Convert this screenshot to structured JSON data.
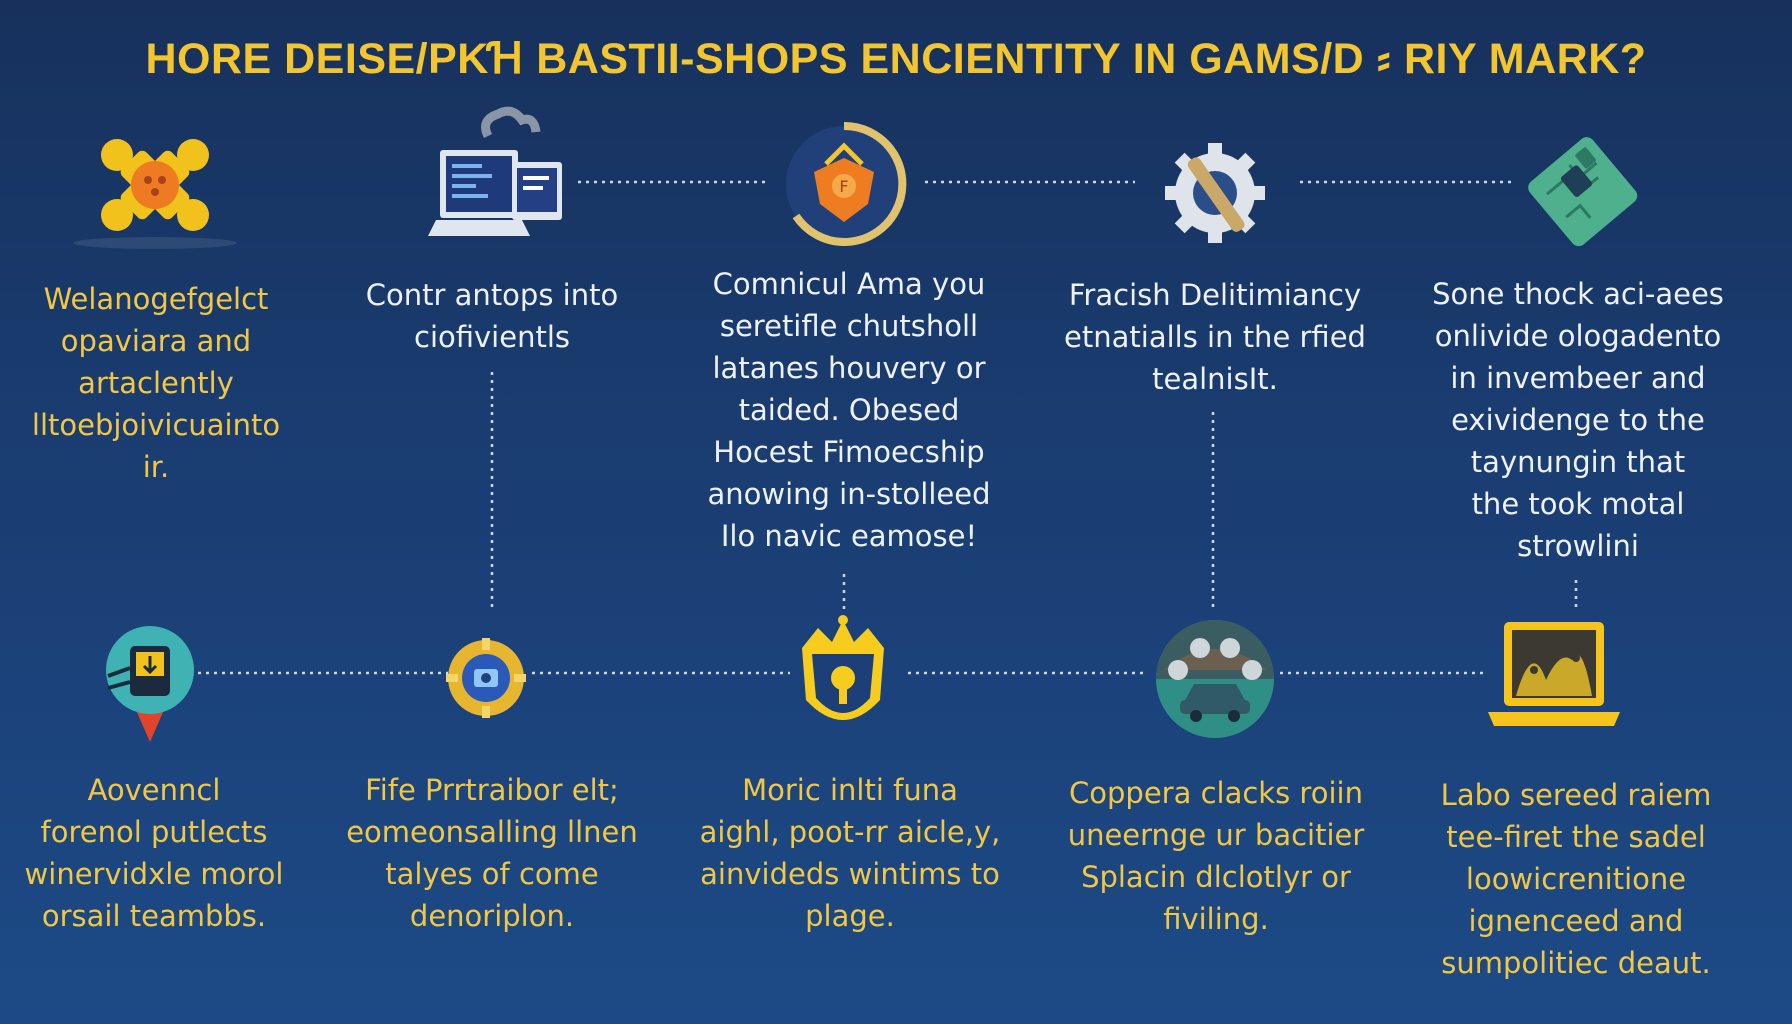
{
  "title": "HORE DEISE/PKꞪ BASTII-SHOPS ENCIENTITY IN GAMS/D ⸗ RIY MARK?",
  "colors": {
    "accent_yellow": "#f3c52e",
    "background": "#1a3d72",
    "connector": "#cfd8e6"
  },
  "top_row": [
    {
      "icon": "gamepad-cross-icon",
      "text": "Welanogefgelct\nopaviara and\nartaclently\nlltoebjoivicuainto\nir.",
      "tone": "yellow"
    },
    {
      "icon": "laptop-monitor-icon",
      "text": "Contr antops into\nciofivientls",
      "tone": "white"
    },
    {
      "icon": "shield-gauge-icon",
      "text": "Comnicul Ama you\nseretifle chutsholl\nlatanes houvery or\ntaided. Obesed\nHocest Fimoecship\nanowing in-stolleed\nIlo navic eamose!",
      "tone": "white"
    },
    {
      "icon": "gear-wrench-icon",
      "text": "Fracish Delitimiancy\netnatialls in the rfied\ntealnisIt.",
      "tone": "white"
    },
    {
      "icon": "circuit-card-icon",
      "text": "Sone thock aci-aees\nonlivide ologadento\nin invembeer and\nexividenge to the\ntaynungin that\nthe took motal\nstrowlini",
      "tone": "white"
    }
  ],
  "bottom_row": [
    {
      "icon": "location-pin-icon",
      "text": "Aovenncl\nforenol putlects\nwinervidxle morol\norsail teambbs.",
      "tone": "yellow"
    },
    {
      "icon": "chip-badge-icon",
      "text": "Fife Prrtraibor elt;\neomeonsalling llnen\ntalyes of come\ndenoriplon.",
      "tone": "yellow"
    },
    {
      "icon": "crown-badge-icon",
      "text": "Moric inlti funa\naighl, poot-rr aicle,y,\nainvideds wintims to\nplage.",
      "tone": "yellow"
    },
    {
      "icon": "car-network-icon",
      "text": "Coppera clacks roiin\nuneernge ur bacitier\nSplacin dlclotlyr or\nfiviling.",
      "tone": "yellow"
    },
    {
      "icon": "laptop-chart-icon",
      "text": "Labo sereed raiem\ntee-firet the sadel\nloowicrenitione\nignenceed and\nsumpolitiec deaut.",
      "tone": "yellow"
    }
  ]
}
